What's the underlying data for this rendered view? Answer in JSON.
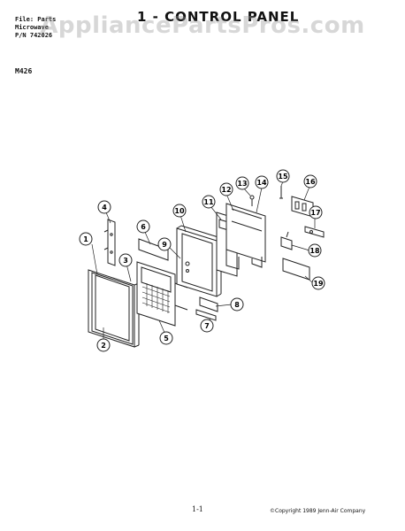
{
  "header": {
    "line1": "File: Parts",
    "line2": "Microwave",
    "line3": "P/N 742026"
  },
  "title": "1 - CONTROL PANEL",
  "model": "M426",
  "watermark": "AppliancePartsPros.com",
  "callouts": [
    "1",
    "2",
    "3",
    "4",
    "5",
    "6",
    "7",
    "8",
    "9",
    "10",
    "11",
    "12",
    "13",
    "14",
    "15",
    "16",
    "17",
    "18",
    "19"
  ],
  "page_number": "1-1",
  "copyright": "©Copyright 1989 Jenn-Air Company"
}
